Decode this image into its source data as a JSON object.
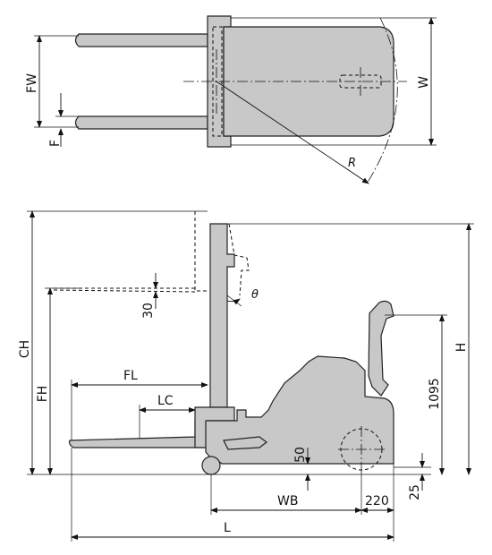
{
  "labels": {
    "fw": "FW",
    "f": "F",
    "w": "W",
    "r": "R",
    "ch": "CH",
    "fh": "FH",
    "fl": "FL",
    "lc": "LC",
    "theta": "θ",
    "d30": "30",
    "d50": "50",
    "wb": "WB",
    "d220": "220",
    "d25": "25",
    "l": "L",
    "h": "H",
    "d1095": "1095"
  }
}
